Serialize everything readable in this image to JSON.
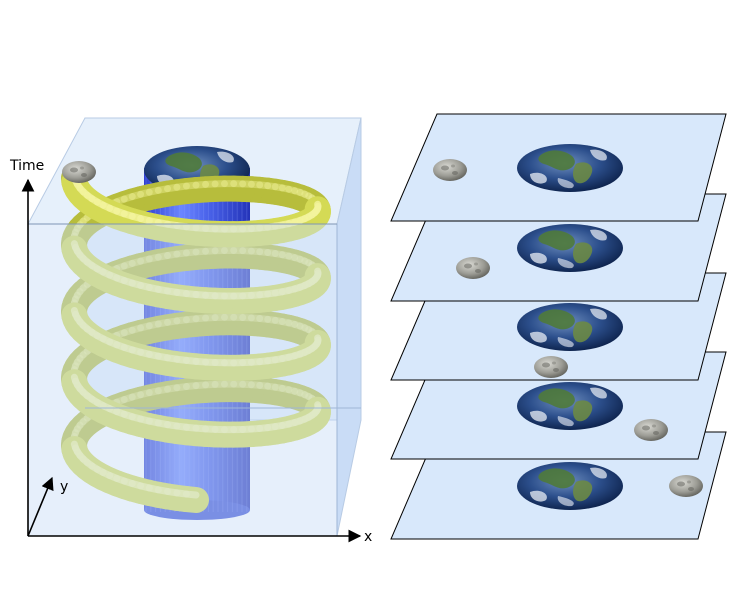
{
  "axes": {
    "time_label": "Time",
    "x_label": "x",
    "y_label": "y"
  },
  "colors": {
    "box_fill": "#dbe9fb",
    "plane_fill": "#d8e8fb",
    "cylinder": "#4a67e8",
    "helix": "#d6dc5a",
    "earth_ocean": "#1f3f7a",
    "earth_land": "#3f6b35",
    "moon": "#9a9a92"
  },
  "time_slices": [
    {
      "moon_phase": "far-left"
    },
    {
      "moon_phase": "left-front"
    },
    {
      "moon_phase": "front"
    },
    {
      "moon_phase": "right-front"
    },
    {
      "moon_phase": "right"
    }
  ]
}
